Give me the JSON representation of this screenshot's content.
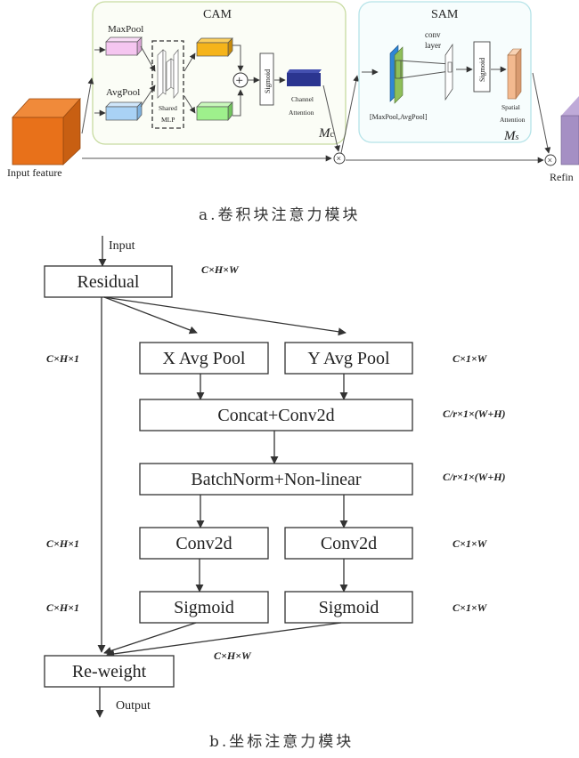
{
  "figure_a": {
    "caption": "a.卷积块注意力模块",
    "input_label": "Input feature",
    "output_label": "Refin",
    "cam": {
      "title": "CAM",
      "maxpool": "MaxPool",
      "avgpool": "AvgPool",
      "shared_mlp_line1": "Shared",
      "shared_mlp_line2": "MLP",
      "sigmoid": "Sigmoid",
      "output_line1": "Channel",
      "output_line2": "Attention",
      "symbol": "M",
      "symbol_sub": "c",
      "colors": {
        "maxpool": "#f5c6f0",
        "avgpool": "#a9d2f5",
        "mlp_out_top": "#f5b41a",
        "mlp_out_bottom": "#9ef08c",
        "channel_attention": "#2b3590",
        "border": "#c7dba0"
      }
    },
    "sam": {
      "title": "SAM",
      "conv_line1": "conv",
      "conv_line2": "layer",
      "pool_label": "[MaxPool,AvgPool]",
      "sigmoid": "Sigmoid",
      "output_line1": "Spatial",
      "output_line2": "Attention",
      "symbol": "M",
      "symbol_sub": "s",
      "colors": {
        "pool_blue": "#2f86d6",
        "pool_green": "#8fbf5a",
        "spatial": "#f3b98f",
        "border": "#b5e3e8"
      }
    },
    "input_color": "#e8711a",
    "output_color": "#a58fc4"
  },
  "figure_b": {
    "caption": "b.坐标注意力模块",
    "input_label": "Input",
    "output_label": "Output",
    "nodes": {
      "residual": "Residual",
      "x_avg_pool": "X Avg Pool",
      "y_avg_pool": "Y Avg Pool",
      "concat": "Concat+Conv2d",
      "batchnorm": "BatchNorm+Non-linear",
      "conv_left": "Conv2d",
      "conv_right": "Conv2d",
      "sigmoid_left": "Sigmoid",
      "sigmoid_right": "Sigmoid",
      "reweight": "Re-weight"
    },
    "dims": {
      "residual": "C×H×W",
      "x_pool": "C×H×1",
      "y_pool": "C×1×W",
      "concat": "C/r×1×(W+H)",
      "batchnorm": "C/r×1×(W+H)",
      "conv_left": "C×H×1",
      "conv_right": "C×1×W",
      "sigmoid_left": "C×H×1",
      "sigmoid_right": "C×1×W",
      "reweight": "C×H×W"
    }
  }
}
